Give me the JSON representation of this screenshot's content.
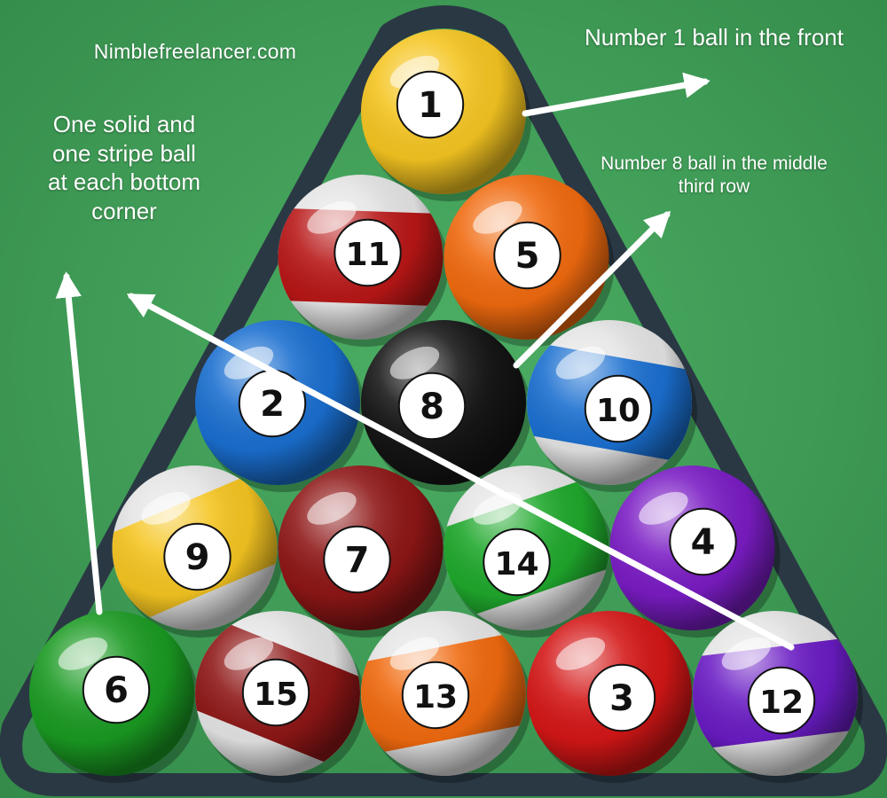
{
  "annotations": {
    "site": "Nimblefreelancer.com",
    "corner_note_lines": [
      "One solid and",
      "one stripe ball",
      "at each bottom",
      "corner"
    ],
    "front_note": "Number 1 ball in the front",
    "eight_note_lines": [
      "Number 8 ball in the middle",
      "third row"
    ]
  },
  "balls": [
    {
      "number": "1",
      "kind": "solid",
      "color": "#f5c521",
      "row": 1,
      "col": 1
    },
    {
      "number": "11",
      "kind": "stripe",
      "color": "#b81616",
      "row": 2,
      "col": 1
    },
    {
      "number": "5",
      "kind": "solid",
      "color": "#f06a0f",
      "row": 2,
      "col": 2
    },
    {
      "number": "2",
      "kind": "solid",
      "color": "#1a6fd0",
      "row": 3,
      "col": 1
    },
    {
      "number": "8",
      "kind": "solid",
      "color": "#151515",
      "row": 3,
      "col": 2
    },
    {
      "number": "10",
      "kind": "stripe",
      "color": "#1a6fd0",
      "row": 3,
      "col": 3
    },
    {
      "number": "9",
      "kind": "stripe",
      "color": "#f5c521",
      "row": 4,
      "col": 1
    },
    {
      "number": "7",
      "kind": "solid",
      "color": "#8e1616",
      "row": 4,
      "col": 2
    },
    {
      "number": "14",
      "kind": "stripe",
      "color": "#1fa82c",
      "row": 4,
      "col": 3
    },
    {
      "number": "4",
      "kind": "solid",
      "color": "#7a1cc4",
      "row": 4,
      "col": 4
    },
    {
      "number": "6",
      "kind": "solid",
      "color": "#1a9a22",
      "row": 5,
      "col": 1
    },
    {
      "number": "15",
      "kind": "stripe",
      "color": "#8e1616",
      "row": 5,
      "col": 2
    },
    {
      "number": "13",
      "kind": "stripe",
      "color": "#f06a0f",
      "row": 5,
      "col": 3
    },
    {
      "number": "3",
      "kind": "solid",
      "color": "#d41616",
      "row": 5,
      "col": 4
    },
    {
      "number": "12",
      "kind": "stripe",
      "color": "#6a1cc4",
      "row": 5,
      "col": 5
    }
  ],
  "colors": {
    "felt": "#3f9a57",
    "rack": "#2a3844",
    "arrow": "#ffffff",
    "stripe_base": "#e4e4e4"
  }
}
